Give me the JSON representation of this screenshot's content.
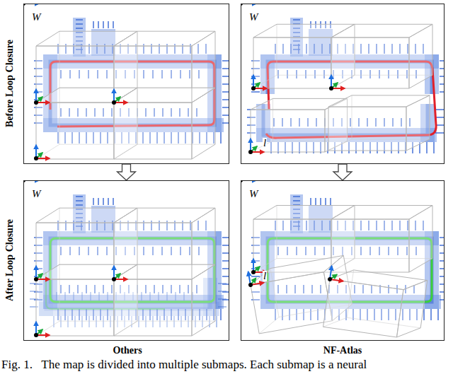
{
  "diagram": {
    "caption": "Fig. 1.   The map is divided into multiple submaps. Each submap is a neural",
    "nodes": [
      {
        "text": [
          "W"
        ]
      },
      {
        "text": [
          "W",
          "l"
        ]
      },
      {
        "text": [
          "W"
        ]
      },
      {
        "text": [
          "W",
          "l"
        ]
      }
    ],
    "edges": [
      {
        "from": 0,
        "to": 2,
        "arrow": "to"
      },
      {
        "from": 1,
        "to": 3,
        "arrow": "to"
      }
    ],
    "labels": [
      "Before Loop Closure",
      "After Loop Closure",
      "Others",
      "NF-Atlas"
    ]
  }
}
